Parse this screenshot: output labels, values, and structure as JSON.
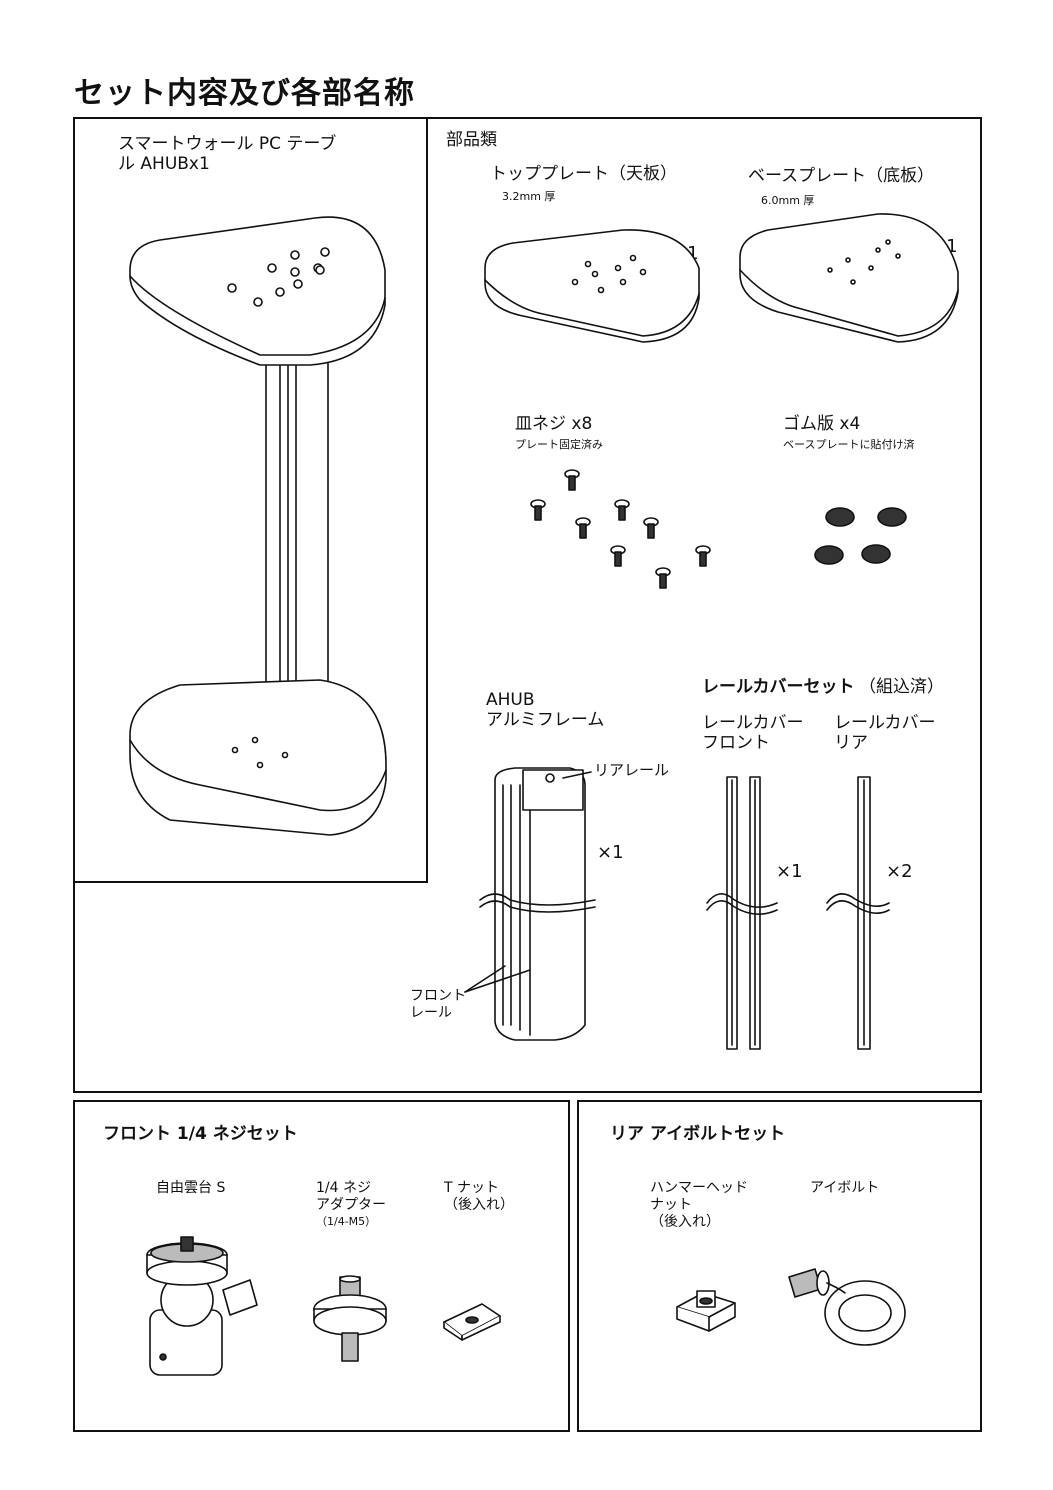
{
  "page_title": "セット内容及び各部名称",
  "main_assembly": {
    "label": "スマートウォール PC テーブ\nル AHUBx1"
  },
  "parts": {
    "heading": "部品類",
    "top_plate": {
      "label": "トッププレート（天板）",
      "note": "3.2mm 厚",
      "qty": "×1"
    },
    "base_plate": {
      "label": "ベースプレート（底板）",
      "note": "6.0mm 厚",
      "qty": "×1"
    },
    "screws": {
      "label": "皿ネジ x8",
      "note": "プレート固定済み"
    },
    "rubber": {
      "label": "ゴム版 x4",
      "note": "ベースプレートに貼付け済"
    },
    "frame": {
      "label": "AHUB\nアルミフレーム",
      "qty": "×1",
      "rear_rail_callout": "リアレール",
      "front_rail_callout": "フロント\nレール"
    },
    "rail_cover_set": {
      "label": "レールカバーセット",
      "suffix": "（組込済）",
      "front": {
        "label": "レールカバー\nフロント",
        "qty": "×1"
      },
      "rear": {
        "label": "レールカバー\nリア",
        "qty": "×2"
      }
    }
  },
  "front_screw_set": {
    "heading": "フロント 1/4 ネジセット",
    "ball_head": {
      "label": "自由雲台 S"
    },
    "adapter": {
      "label": "1/4 ネジ\nアダプター",
      "note": "（1/4-M5）"
    },
    "t_nut": {
      "label": "T ナット\n（後入れ）"
    }
  },
  "rear_eyebolt_set": {
    "heading": "リア アイボルトセット",
    "hammer_nut": {
      "label": "ハンマーヘッド\nナット\n（後入れ）"
    },
    "eyebolt": {
      "label": "アイボルト"
    }
  }
}
